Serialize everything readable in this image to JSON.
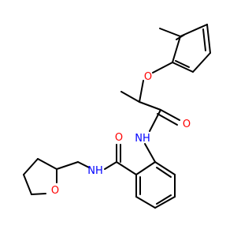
{
  "colors": {
    "background": "#ffffff",
    "bond": "#000000",
    "oxygen": "#ff0000",
    "nitrogen": "#0000ff"
  },
  "atoms": {
    "ether_oxygen": "O",
    "carbonyl_oxygen_amide_top": "O",
    "carbonyl_oxygen_benzamide": "O",
    "ring_oxygen_thf": "O",
    "amide_nh_top": "NH",
    "amide_nh_bottom": "NH"
  }
}
